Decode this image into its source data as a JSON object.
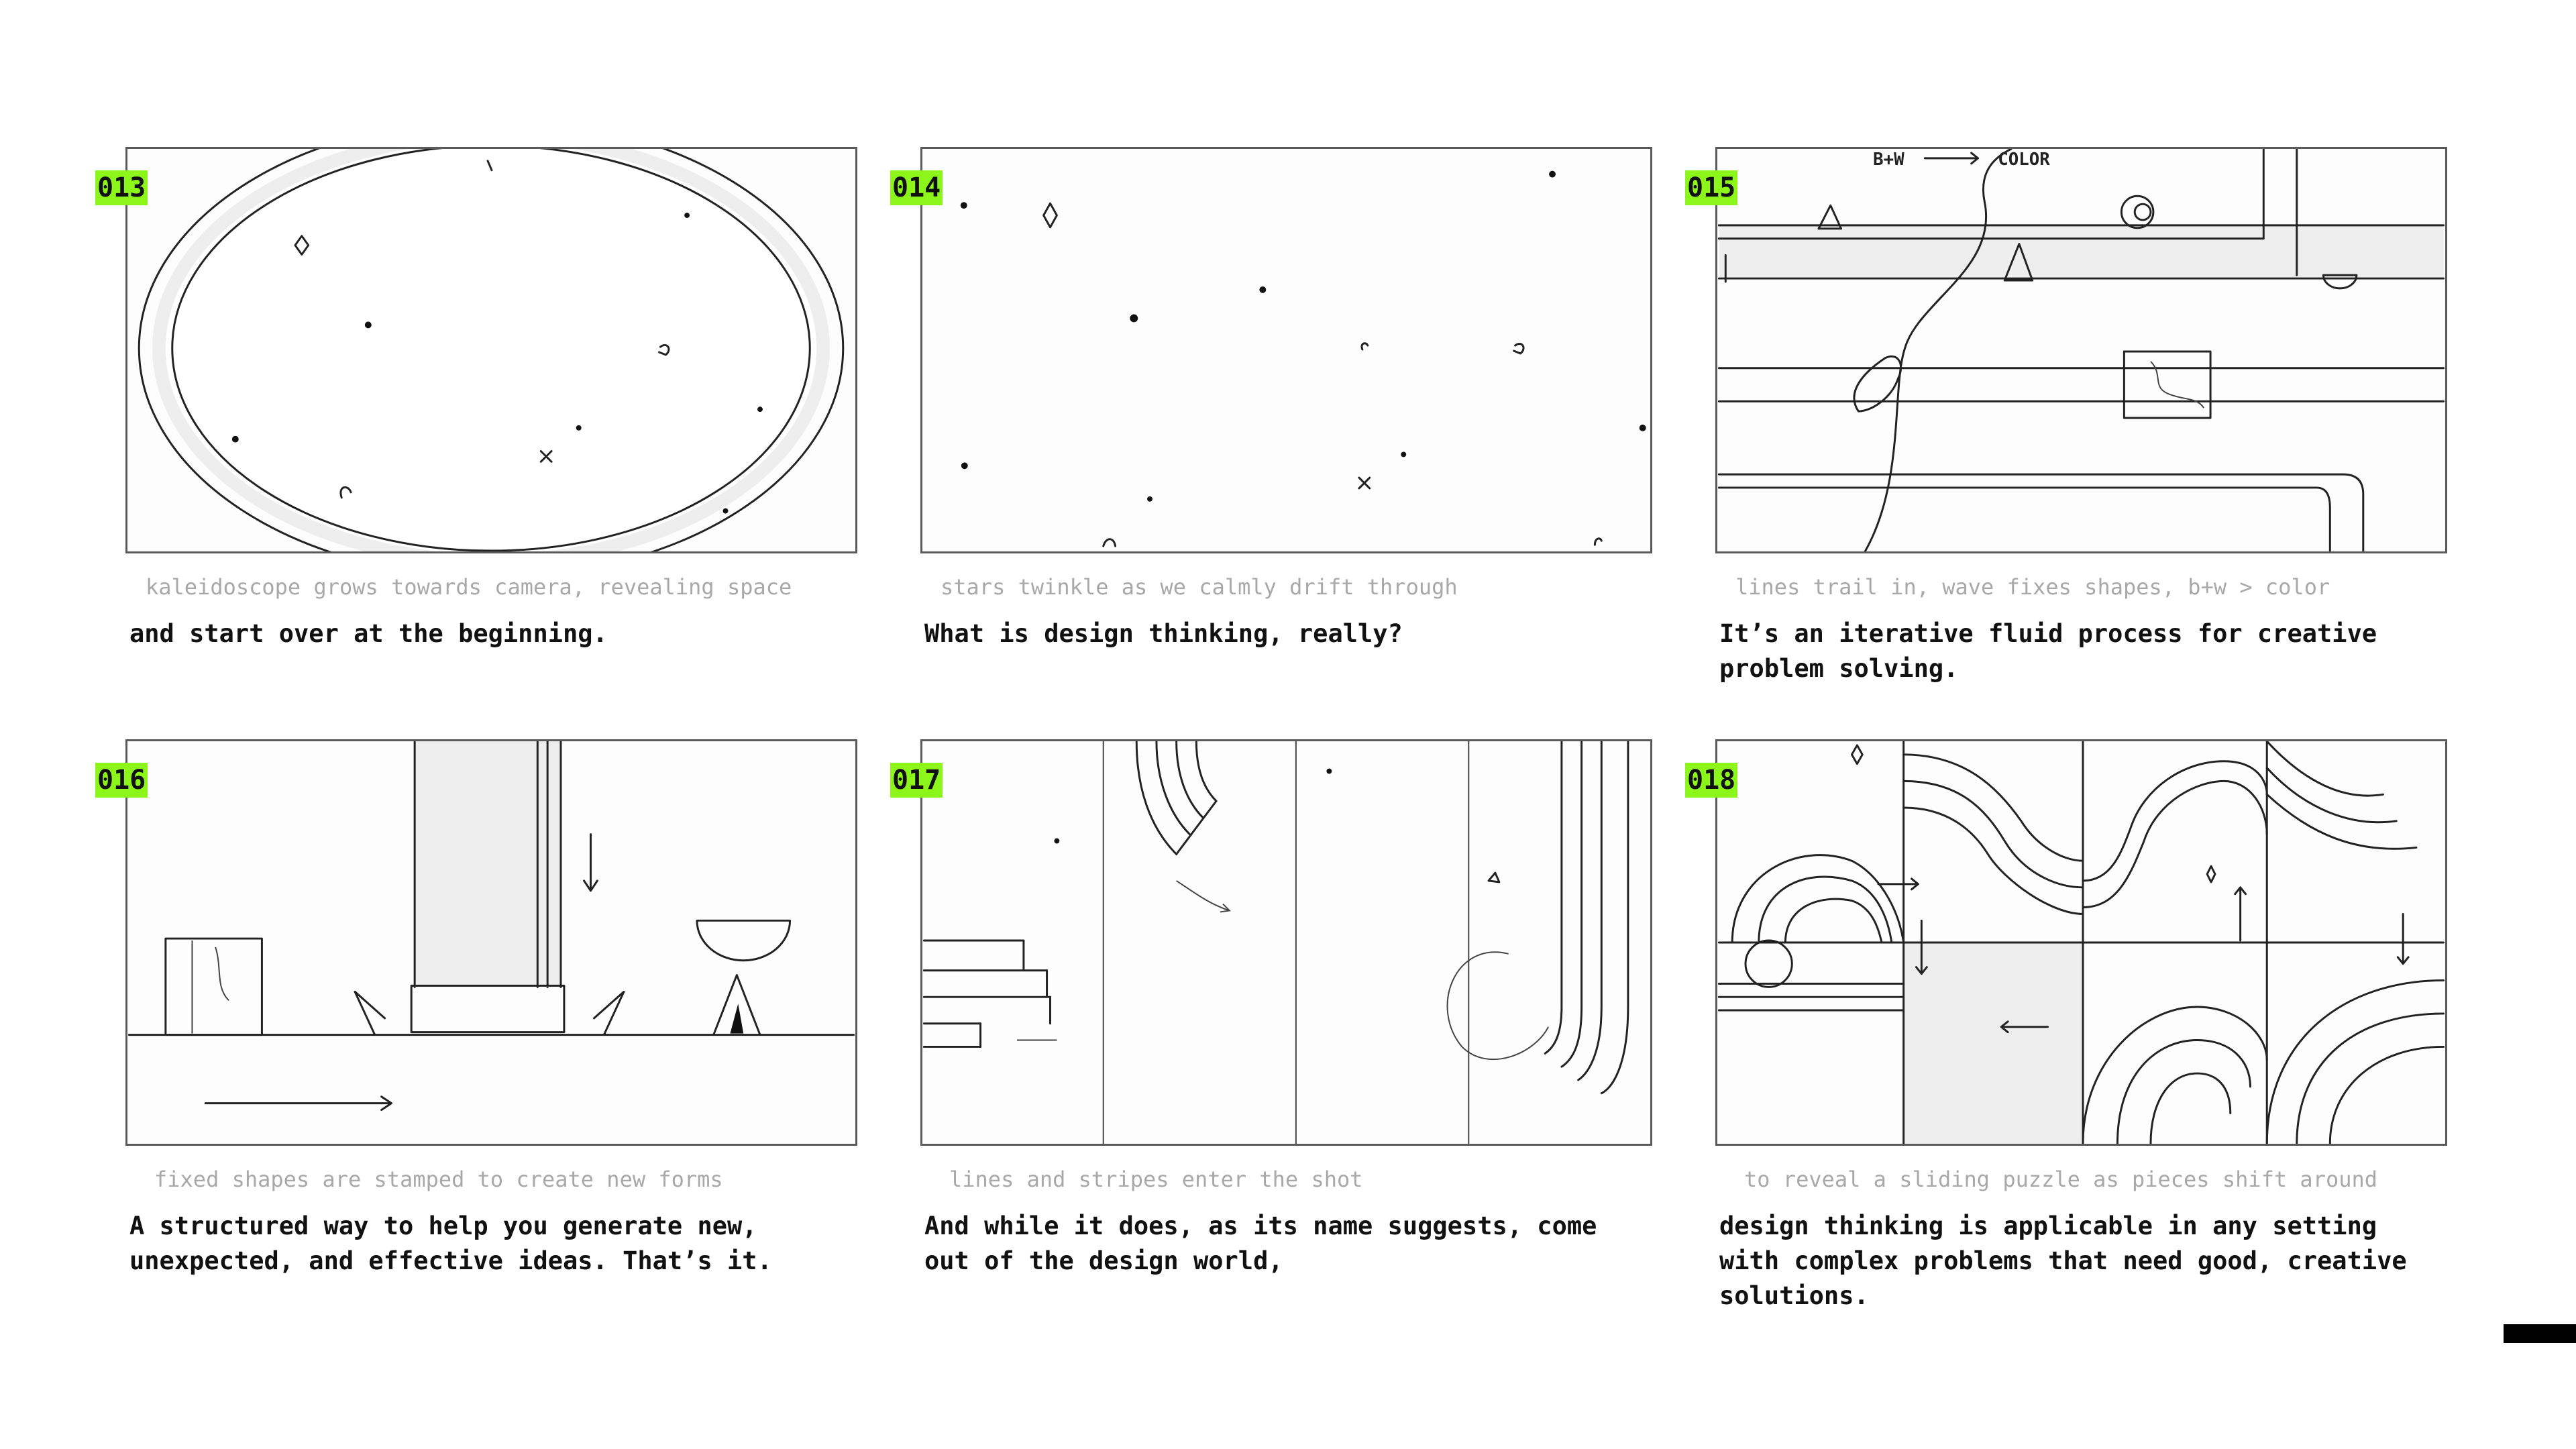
{
  "panels": [
    {
      "number": "013",
      "note": "kaleidoscope grows towards camera, revealing space",
      "voiceover": "and start over at the beginning."
    },
    {
      "number": "014",
      "note": "stars twinkle as we calmly drift through",
      "voiceover": "What is design thinking, really?"
    },
    {
      "number": "015",
      "note": "lines trail in, wave fixes shapes, b+w > color",
      "voiceover": "It’s an iterative fluid process for creative problem solving.",
      "sketch_text_left": "B+W",
      "sketch_text_right": "COLOR"
    },
    {
      "number": "016",
      "note": "fixed shapes are stamped to create new forms",
      "voiceover": "A structured way to help you generate new, unexpected, and effective ideas. That’s it."
    },
    {
      "number": "017",
      "note": "lines and stripes enter the shot",
      "voiceover": "And while it does, as its name suggests, come out of the design world,"
    },
    {
      "number": "018",
      "note": "to reveal a sliding puzzle as pieces shift around",
      "voiceover": "design thinking is applicable in any setting with complex problems that need good, creative solutions."
    }
  ],
  "colors": {
    "badge": "#8cf51a",
    "note": "#a8a8a8",
    "frame_border": "#5a5a5a"
  }
}
